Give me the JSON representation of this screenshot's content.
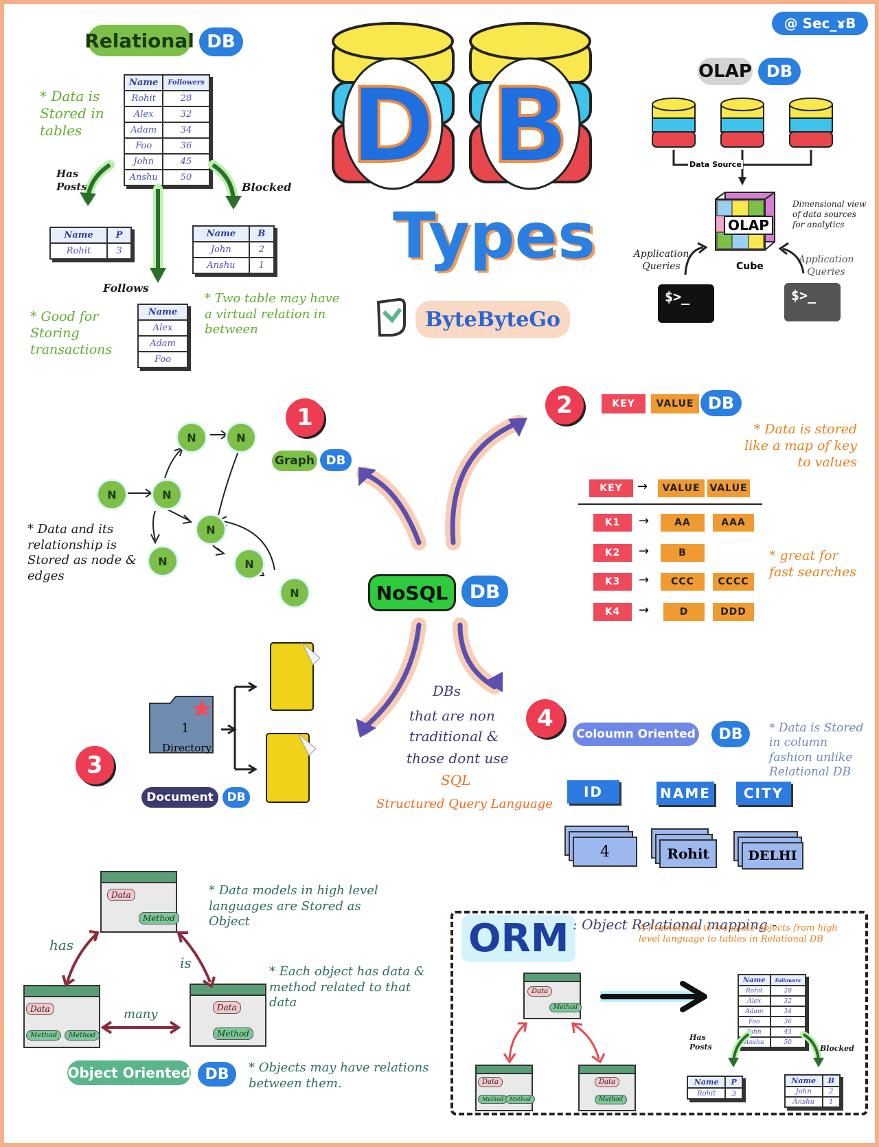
{
  "handle": "@ Sec_ɤB",
  "title": {
    "big1": "D",
    "big2": "B",
    "types": "Types",
    "brand": "ByteByteGo"
  },
  "relational": {
    "label": "Relational",
    "db": "DB",
    "note_left": "* Data is Stored in tables",
    "note_bottom": "* Good for Storing transactions",
    "note_virtual": "* Two table may have a virtual relation in between",
    "arrow_left": "Has Posts",
    "arrow_right": "Blocked",
    "arrow_down": "Follows",
    "main_table": {
      "headers": [
        "Name",
        "Followers"
      ],
      "rows": [
        [
          "Rohit",
          "28"
        ],
        [
          "Alex",
          "32"
        ],
        [
          "Adam",
          "34"
        ],
        [
          "Foo",
          "36"
        ],
        [
          "John",
          "45"
        ],
        [
          "Anshu",
          "50"
        ]
      ]
    },
    "posts_table": {
      "headers": [
        "Name",
        "P"
      ],
      "rows": [
        [
          "Rohit",
          "3"
        ]
      ]
    },
    "blocked_table": {
      "headers": [
        "Name",
        "B"
      ],
      "rows": [
        [
          "John",
          "2"
        ],
        [
          "Anshu",
          "1"
        ]
      ]
    },
    "follows_table": {
      "headers": [
        "Name"
      ],
      "rows": [
        [
          "Alex"
        ],
        [
          "Adam"
        ],
        [
          "Foo"
        ]
      ]
    }
  },
  "olap": {
    "label": "OLAP",
    "db": "DB",
    "data_source": "Data Source",
    "cube_text": "OLAP",
    "cube_label": "Cube",
    "desc": "Dimensional view of data sources for analytics",
    "app_left": "Application Queries",
    "app_right": "Application Queries",
    "prompt_left": "$>_",
    "prompt_right": "$>_"
  },
  "nosql": {
    "label": "NoSQL",
    "db": "DB",
    "desc1": "DBs",
    "desc2": "that are non",
    "desc3": "traditional &",
    "desc4": "those dont use",
    "sql": "SQL",
    "sql_full": "Structured Query Language"
  },
  "graph": {
    "num": "1",
    "label": "Graph",
    "db": "DB",
    "node": "N",
    "note": "* Data and its relationship is Stored as node & edges"
  },
  "keyvalue": {
    "num": "2",
    "key": "KEY",
    "value": "VALUE",
    "db": "DB",
    "note1": "* Data is stored like a map of key to values",
    "note2": "* great for fast searches",
    "header": {
      "key": "KEY",
      "v1": "VALUE",
      "v2": "VALUE"
    },
    "rows": [
      {
        "k": "K1",
        "v1": "AA",
        "v2": "AAA"
      },
      {
        "k": "K2",
        "v1": "B",
        "v2": ""
      },
      {
        "k": "K3",
        "v1": "CCC",
        "v2": "CCCC"
      },
      {
        "k": "K4",
        "v1": "D",
        "v2": "DDD"
      }
    ]
  },
  "document": {
    "num": "3",
    "label": "Document",
    "db": "DB",
    "folder_num": "1",
    "folder_label": "Directory"
  },
  "column": {
    "num": "4",
    "label": "Coloumn Oriented",
    "db": "DB",
    "note": "* Data is Stored in column fashion unlike Relational DB",
    "headers": [
      "ID",
      "NAME",
      "CITY"
    ],
    "values": [
      "4",
      "Rohit",
      "DELHI"
    ]
  },
  "object": {
    "label": "Object Oriented",
    "db": "DB",
    "note1": "* Data models in high level languages are Stored as Object",
    "note2": "* Each object has data & method related to that data",
    "note3": "* Objects may have relations between them.",
    "has": "has",
    "is": "is",
    "many": "many",
    "data": "Data",
    "method": "Method"
  },
  "orm": {
    "label": "ORM",
    "title": ": Object Relational mapping -",
    "desc": "A Framework to translate objects from high level language to tables in Relational DB",
    "arrow_left": "Has Posts",
    "arrow_right": "Blocked",
    "data": "Data",
    "method": "Method",
    "main_table": {
      "headers": [
        "Name",
        "Followers"
      ],
      "rows": [
        [
          "Rohit",
          "28"
        ],
        [
          "Alex",
          "32"
        ],
        [
          "Adam",
          "34"
        ],
        [
          "Foo",
          "36"
        ],
        [
          "John",
          "45"
        ],
        [
          "Anshu",
          "50"
        ]
      ]
    },
    "posts_table": {
      "headers": [
        "Name",
        "P"
      ],
      "rows": [
        [
          "Rohit",
          "3"
        ]
      ]
    },
    "blocked_table": {
      "headers": [
        "Name",
        "B"
      ],
      "rows": [
        [
          "John",
          "2"
        ],
        [
          "Anshu",
          "1"
        ]
      ]
    }
  },
  "colors": {
    "accent_blue": "#2a7fe0",
    "red": "#ee3d52",
    "green": "#5fae2d",
    "orange": "#e8811c",
    "border": "#f5b08a"
  }
}
